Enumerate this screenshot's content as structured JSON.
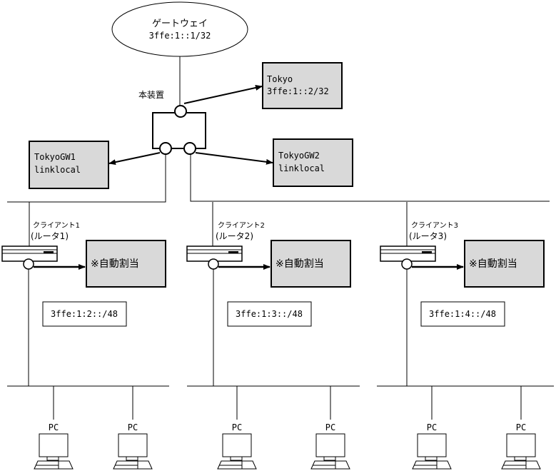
{
  "colors": {
    "line": "#000000",
    "box_fill": "#d9d9d9",
    "background": "#ffffff"
  },
  "gateway": {
    "title": "ゲートウェイ",
    "address": "3ffe:1::1/32"
  },
  "device": {
    "label": "本装置"
  },
  "tokyo": {
    "name": "Tokyo",
    "address": "3ffe:1::2/32"
  },
  "tokyo_gw1": {
    "name": "TokyoGW1",
    "address": "linklocal"
  },
  "tokyo_gw2": {
    "name": "TokyoGW2",
    "address": "linklocal"
  },
  "clients": [
    {
      "name": "クライアント1",
      "role": "(ルータ1)",
      "assign_label": "※自動割当",
      "prefix": "3ffe:1:2::/48",
      "pcs": [
        "PC",
        "PC"
      ]
    },
    {
      "name": "クライアント2",
      "role": "(ルータ2)",
      "assign_label": "※自動割当",
      "prefix": "3ffe:1:3::/48",
      "pcs": [
        "PC",
        "PC"
      ]
    },
    {
      "name": "クライアント3",
      "role": "(ルータ3)",
      "assign_label": "※自動割当",
      "prefix": "3ffe:1:4::/48",
      "pcs": [
        "PC",
        "PC"
      ]
    }
  ]
}
